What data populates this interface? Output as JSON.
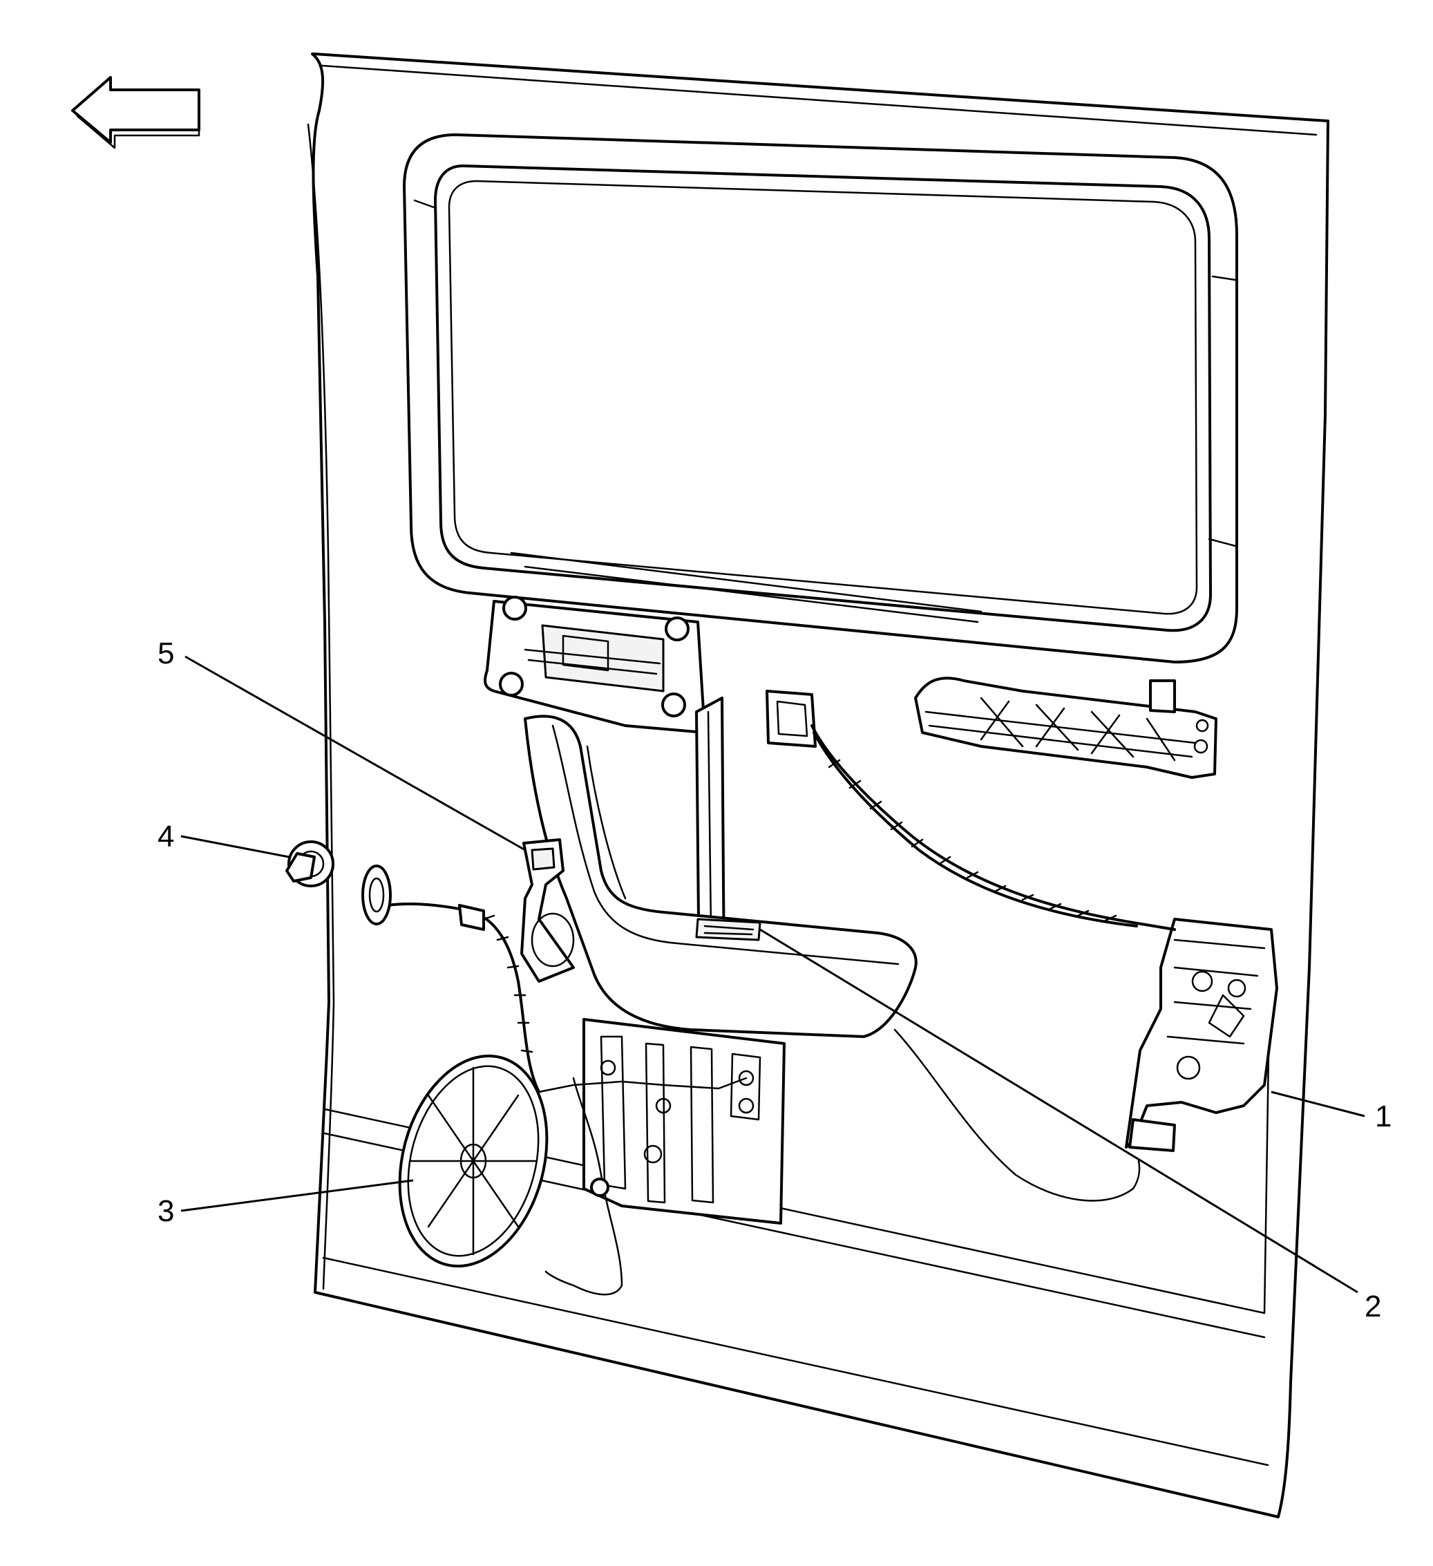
{
  "callouts": [
    {
      "id": "1",
      "label": "1"
    },
    {
      "id": "2",
      "label": "2"
    },
    {
      "id": "3",
      "label": "3"
    },
    {
      "id": "4",
      "label": "4"
    },
    {
      "id": "5",
      "label": "5"
    }
  ],
  "icons": {
    "direction_arrow": "arrow-left-icon"
  },
  "colors": {
    "line": "#000000",
    "background": "#ffffff"
  }
}
